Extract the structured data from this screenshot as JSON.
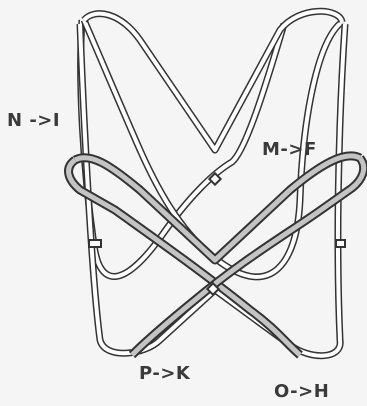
{
  "labels": {
    "n_to_i": "N ->I",
    "m_to_f": "M->F",
    "p_to_k": "P->K",
    "o_to_h": "O->H"
  },
  "colors": {
    "background": "#f5f5f5",
    "frame_outline": "#333333",
    "frame_fill": "#ffffff",
    "highlight_fill": "#c4c4c4"
  }
}
